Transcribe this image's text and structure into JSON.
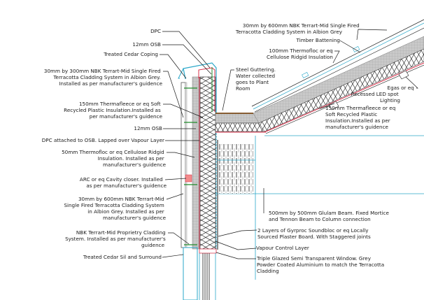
{
  "drawing": {
    "type": "architectural-section-detail",
    "colors": {
      "cedar_cyan": "#2aa7c9",
      "osb_green": "#1f8a2a",
      "vapour_red": "#d9304a",
      "insulation_grey": "#c9c9c9",
      "closer_pink": "#f28b8b",
      "gutter_brown": "#7a4a1a",
      "line": "#1a1a1a"
    },
    "labels_left": [
      {
        "id": "dpc",
        "lines": [
          "DPC"
        ]
      },
      {
        "id": "osb-top",
        "lines": [
          "12mm OSB"
        ]
      },
      {
        "id": "coping",
        "lines": [
          "Treated Cedar Coping"
        ]
      },
      {
        "id": "cladding-300",
        "lines": [
          "30mm by 300mm NBK Terrart-Mid Single Fired",
          "Terracotta Cladding System in Albion Grey.",
          "Installed as per manufacturer's guidence"
        ]
      },
      {
        "id": "thermafleece-wall",
        "lines": [
          "150mm Thermafleece or eq Soft",
          "Recycled Plastic Insulation.Installed as",
          "per manufacturer's guidence"
        ]
      },
      {
        "id": "osb-mid",
        "lines": [
          "12mm OSB"
        ]
      },
      {
        "id": "dpc-osb",
        "lines": [
          "DPC attached to OSB. Lapped over Vapour Layer"
        ]
      },
      {
        "id": "thermofloc-wall",
        "lines": [
          "50mm Thermofloc or eq Cellulose Ridgid",
          "Insulation. Installed as per",
          "manufacturer's guidence"
        ]
      },
      {
        "id": "cavity-closer",
        "lines": [
          "ARC or eq Cavity closer. Installed",
          "as per manufacturer's guidence"
        ]
      },
      {
        "id": "cladding-600-wall",
        "lines": [
          "30mm by 600mm NBK Terrart-Mid",
          "Single Fired Terracotta Cladding System",
          "in Albion Grey. Installed as per",
          "manufacturer's guidence"
        ]
      },
      {
        "id": "proprietry-system",
        "lines": [
          "NBK Terrart-Mid Proprietry Cladding",
          "System. Installed as per manufacturer's",
          "guidence"
        ]
      },
      {
        "id": "sil",
        "lines": [
          "Treated Cedar Sil and Surround"
        ]
      }
    ],
    "labels_right": [
      {
        "id": "cladding-600-roof",
        "lines": [
          "30mm by 600mm NBK Terrart-Mid Single Fired",
          "Terracotta Cladding System in Albion Grey"
        ]
      },
      {
        "id": "battening",
        "lines": [
          "Timber Battening"
        ]
      },
      {
        "id": "thermofloc-roof",
        "lines": [
          "100mm Thermofloc or eq",
          "Cellulose Ridgid Insulation"
        ]
      },
      {
        "id": "guttering",
        "lines": [
          "Steel Guttering.",
          "Water collected",
          "goes to Plant",
          "Room"
        ]
      },
      {
        "id": "led",
        "lines": [
          "Egas or eq",
          "Recessed LED spot",
          "Lighting"
        ]
      },
      {
        "id": "thermafleece-roof",
        "lines": [
          "150mm Thermafleece or eq",
          "Soft Recycled Plastic",
          "Insulation.Installed as per",
          "manufacturer's guidence"
        ]
      },
      {
        "id": "glulam",
        "lines": [
          "500mm by 500mm Glulam Beam. Fixed Mortice",
          "and Tennon Beam to Column connection"
        ]
      },
      {
        "id": "plasterboard",
        "lines": [
          "2 Layers of Gyrproc Soundbloc or eq Locally",
          "Sourced Plaster Board. With Staggered joints"
        ]
      },
      {
        "id": "vcl",
        "lines": [
          "Vapour Control Layer"
        ]
      },
      {
        "id": "window",
        "lines": [
          "Triple Glazed Semi Transparent Window. Grey",
          "Powder Coated Aluminium to match the Terracotta",
          "Cladding"
        ]
      }
    ]
  }
}
